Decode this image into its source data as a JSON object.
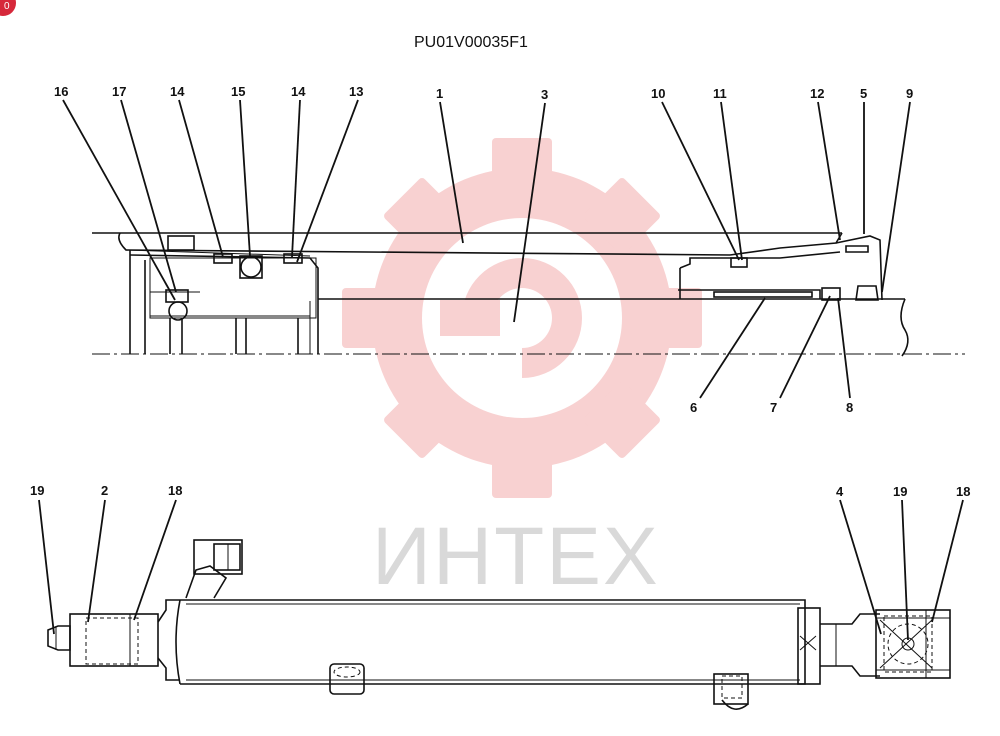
{
  "drawing": {
    "part_number": "PU01V00035F1",
    "corner_badge": "0"
  },
  "watermark": {
    "text": "ИНТЕХ",
    "gear_color": "#f7c9c9",
    "text_color": "#d9d9d9"
  },
  "callouts": {
    "n16": "16",
    "n17": "17",
    "n14a": "14",
    "n15": "15",
    "n14b": "14",
    "n13": "13",
    "n1": "1",
    "n3": "3",
    "n10": "10",
    "n11": "11",
    "n12": "12",
    "n5": "5",
    "n9": "9",
    "n6": "6",
    "n7": "7",
    "n8": "8",
    "n19a": "19",
    "n2": "2",
    "n18a": "18",
    "n4": "4",
    "n19b": "19",
    "n18b": "18"
  },
  "colors": {
    "ink": "#111111",
    "badge": "#d6283a"
  }
}
